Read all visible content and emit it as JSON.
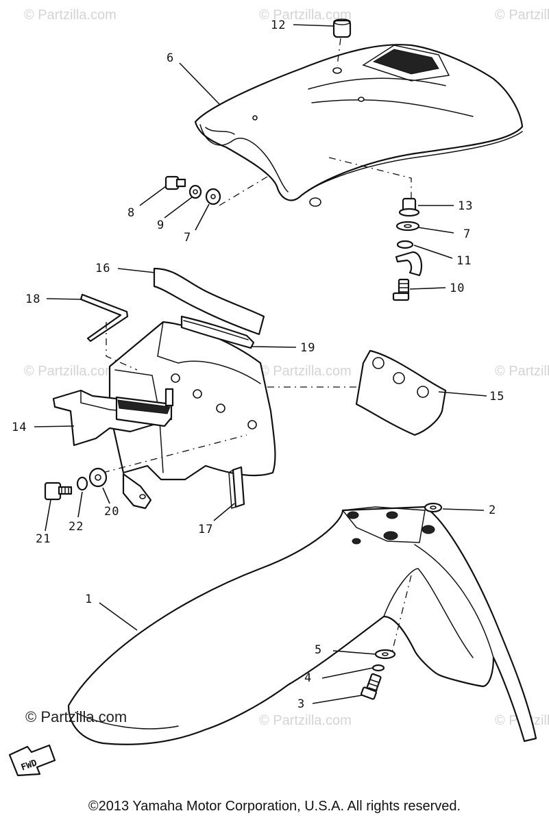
{
  "watermark": {
    "text": "© Partzilla.com"
  },
  "brand_watermark": "© Partzilla.com",
  "copyright": "©2013 Yamaha Motor Corporation, U.S.A. All rights reserved.",
  "fwd_label": "FWD",
  "callouts": [
    "1",
    "2",
    "3",
    "4",
    "5",
    "6",
    "7",
    "7",
    "8",
    "9",
    "10",
    "11",
    "12",
    "13",
    "14",
    "15",
    "16",
    "17",
    "18",
    "19",
    "20",
    "21",
    "22"
  ]
}
